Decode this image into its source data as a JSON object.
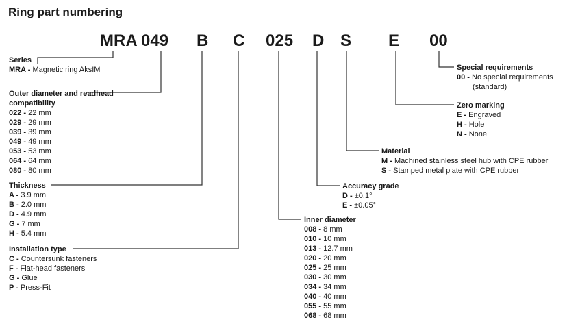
{
  "title": "Ring part numbering",
  "code_parts": [
    "MRA",
    "049",
    "B",
    "C",
    "025",
    "D",
    "S",
    "E",
    "00"
  ],
  "sections": {
    "series": {
      "heading": "Series",
      "items": [
        {
          "code": "MRA",
          "desc": "Magnetic ring AksIM"
        }
      ]
    },
    "outer_diameter": {
      "heading": "Outer diameter and readhead",
      "heading2": "compatibility",
      "items": [
        {
          "code": "022",
          "desc": "22 mm"
        },
        {
          "code": "029",
          "desc": "29 mm"
        },
        {
          "code": "039",
          "desc": "39 mm"
        },
        {
          "code": "049",
          "desc": "49 mm"
        },
        {
          "code": "053",
          "desc": "53 mm"
        },
        {
          "code": "064",
          "desc": "64 mm"
        },
        {
          "code": "080",
          "desc": "80 mm"
        }
      ]
    },
    "thickness": {
      "heading": "Thickness",
      "items": [
        {
          "code": "A",
          "desc": "3.9 mm"
        },
        {
          "code": "B",
          "desc": "2.0 mm"
        },
        {
          "code": "D",
          "desc": "4.9 mm"
        },
        {
          "code": "G",
          "desc": "7 mm"
        },
        {
          "code": "H",
          "desc": "5.4 mm"
        }
      ]
    },
    "installation": {
      "heading": "Installation type",
      "items": [
        {
          "code": "C",
          "desc": "Countersunk fasteners"
        },
        {
          "code": "F",
          "desc": "Flat-head fasteners"
        },
        {
          "code": "G",
          "desc": "Glue"
        },
        {
          "code": "P",
          "desc": "Press-Fit"
        }
      ]
    },
    "inner_diameter": {
      "heading": "Inner diameter",
      "items": [
        {
          "code": "008",
          "desc": "8 mm"
        },
        {
          "code": "010",
          "desc": "10 mm"
        },
        {
          "code": "013",
          "desc": "12.7 mm"
        },
        {
          "code": "020",
          "desc": "20 mm"
        },
        {
          "code": "025",
          "desc": "25 mm"
        },
        {
          "code": "030",
          "desc": "30 mm"
        },
        {
          "code": "034",
          "desc": "34 mm"
        },
        {
          "code": "040",
          "desc": "40 mm"
        },
        {
          "code": "055",
          "desc": "55 mm"
        },
        {
          "code": "068",
          "desc": "68 mm"
        }
      ]
    },
    "accuracy": {
      "heading": "Accuracy grade",
      "items": [
        {
          "code": "D",
          "desc": "±0.1°"
        },
        {
          "code": "E",
          "desc": "±0.05°"
        }
      ]
    },
    "material": {
      "heading": "Material",
      "items": [
        {
          "code": "M",
          "desc": "Machined stainless steel hub with CPE rubber"
        },
        {
          "code": "S",
          "desc": "Stamped metal plate with CPE rubber"
        }
      ]
    },
    "zero_marking": {
      "heading": "Zero marking",
      "items": [
        {
          "code": "E",
          "desc": "Engraved"
        },
        {
          "code": "H",
          "desc": "Hole"
        },
        {
          "code": "N",
          "desc": "None"
        }
      ]
    },
    "special": {
      "heading": "Special requirements",
      "items": [
        {
          "code": "00",
          "desc": "No special requirements"
        }
      ],
      "note": "(standard)"
    }
  },
  "colors": {
    "line": "#333333",
    "text": "#1a1a1a"
  }
}
